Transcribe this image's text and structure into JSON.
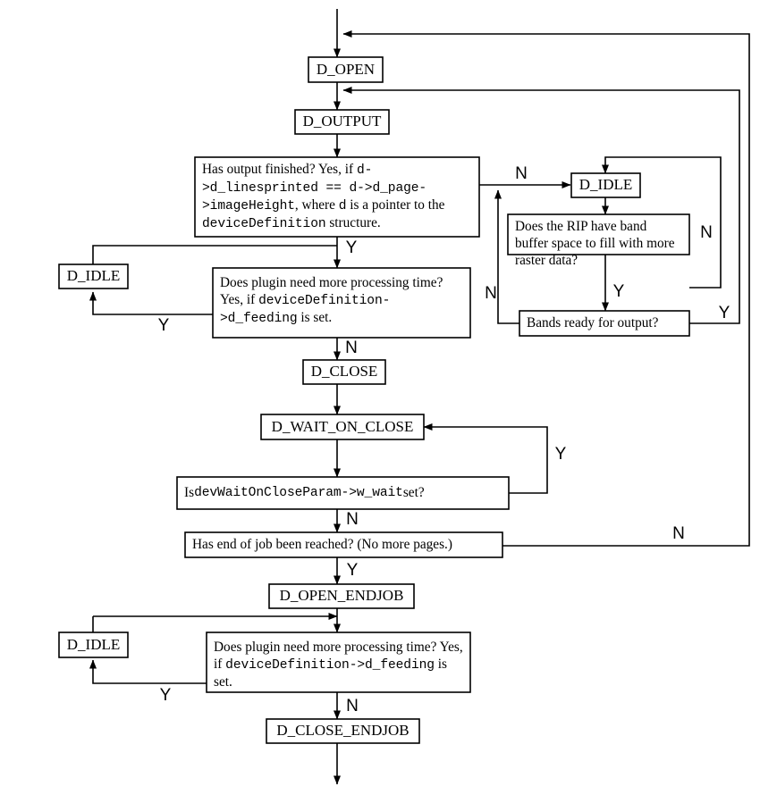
{
  "diagram": {
    "title": "Device state machine flowchart",
    "background_color": "#ffffff",
    "line_color": "#000000"
  },
  "nodes": {
    "d_open": "D_OPEN",
    "d_output": "D_OUTPUT",
    "d_idle_1": "D_IDLE",
    "d_idle_2": "D_IDLE",
    "d_idle_3": "D_IDLE",
    "d_close": "D_CLOSE",
    "d_wait_on_close": "D_WAIT_ON_CLOSE",
    "d_open_endjob": "D_OPEN_ENDJOB",
    "d_close_endjob": "D_CLOSE_ENDJOB"
  },
  "decisions": {
    "has_output_finished": {
      "part1": "Has output finished? Yes, if ",
      "code1": "d->d_linesprinted == d->d_page->imageHeight",
      "part2": ", where ",
      "code2": "d",
      "part3": " is a pointer to the ",
      "code3": "deviceDefinition",
      "part4": " structure."
    },
    "plugin_processing_1": {
      "part1": "Does plugin need more processing time? Yes, if ",
      "code1": "deviceDefinition->d_feeding",
      "part2": " is set."
    },
    "plugin_processing_2": {
      "part1": "Does plugin need more processing time? Yes, if ",
      "code1": "deviceDefinition->d_feeding",
      "part2": " is set."
    },
    "rip_band_buffer": "Does the RIP have band buffer space to fill with more raster data?",
    "bands_ready": "Bands ready for output?",
    "wait_on_close_param": {
      "part1": "Is ",
      "code1": "devWaitOnCloseParam->w_wait",
      "part2": " set?"
    },
    "end_of_job": "Has end of job been reached? (No more pages.)"
  },
  "branch_labels": {
    "output_finished_n": "N",
    "output_finished_y": "Y",
    "plugin1_y": "Y",
    "plugin1_n": "N",
    "rip_band_n": "N",
    "rip_band_y": "Y",
    "bands_ready_n": "N",
    "bands_ready_y": "Y",
    "wait_close_y": "Y",
    "wait_close_n": "N",
    "end_of_job_y": "Y",
    "end_of_job_n": "N",
    "plugin2_y": "Y",
    "plugin2_n": "N"
  }
}
